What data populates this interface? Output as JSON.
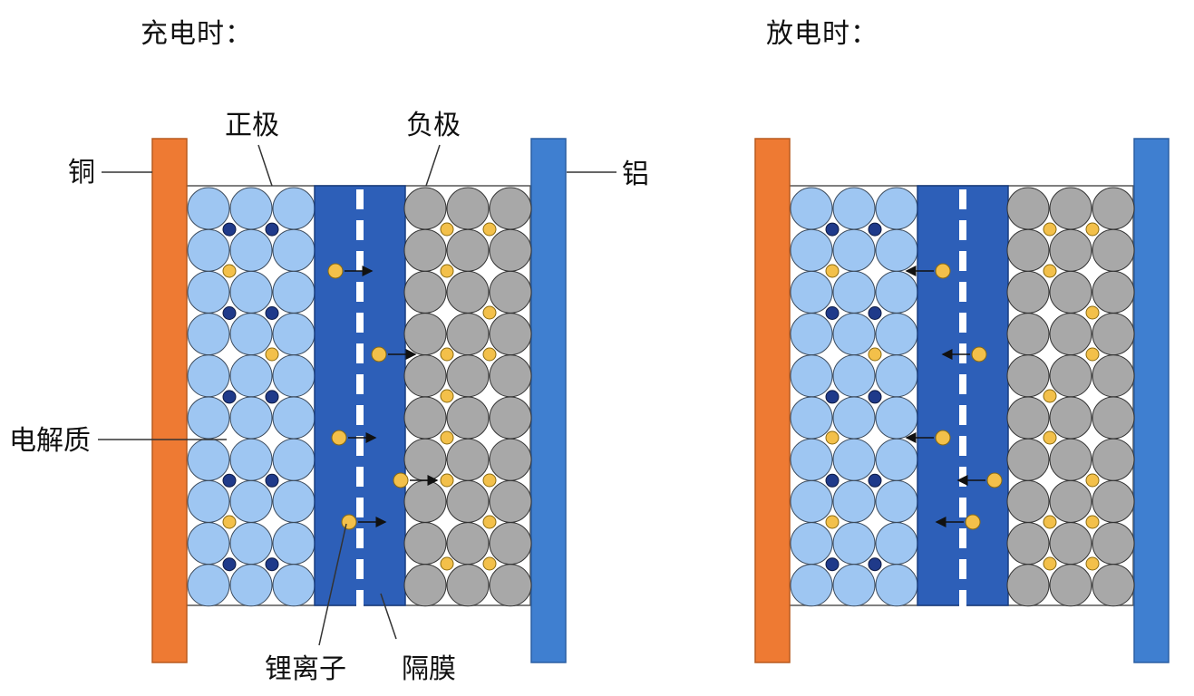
{
  "panels": {
    "charging": {
      "title": "充电时：",
      "ion_direction": "right"
    },
    "discharging": {
      "title": "放电时：",
      "ion_direction": "left"
    }
  },
  "labels": {
    "positive_electrode": "正极",
    "negative_electrode": "负极",
    "copper": "铜",
    "aluminum": "铝",
    "electrolyte": "电解质",
    "lithium_ion": "锂离子",
    "separator": "隔膜"
  },
  "colors": {
    "copper_collector": "#ee7a33",
    "aluminum_collector": "#3f7fd0",
    "positive_particle": "#9ec6f2",
    "negative_particle": "#a8a8a8",
    "electrolyte_band": "#2d5fb8",
    "lithium_ion": "#f3c04a",
    "dopant": "#1f3a8a"
  }
}
